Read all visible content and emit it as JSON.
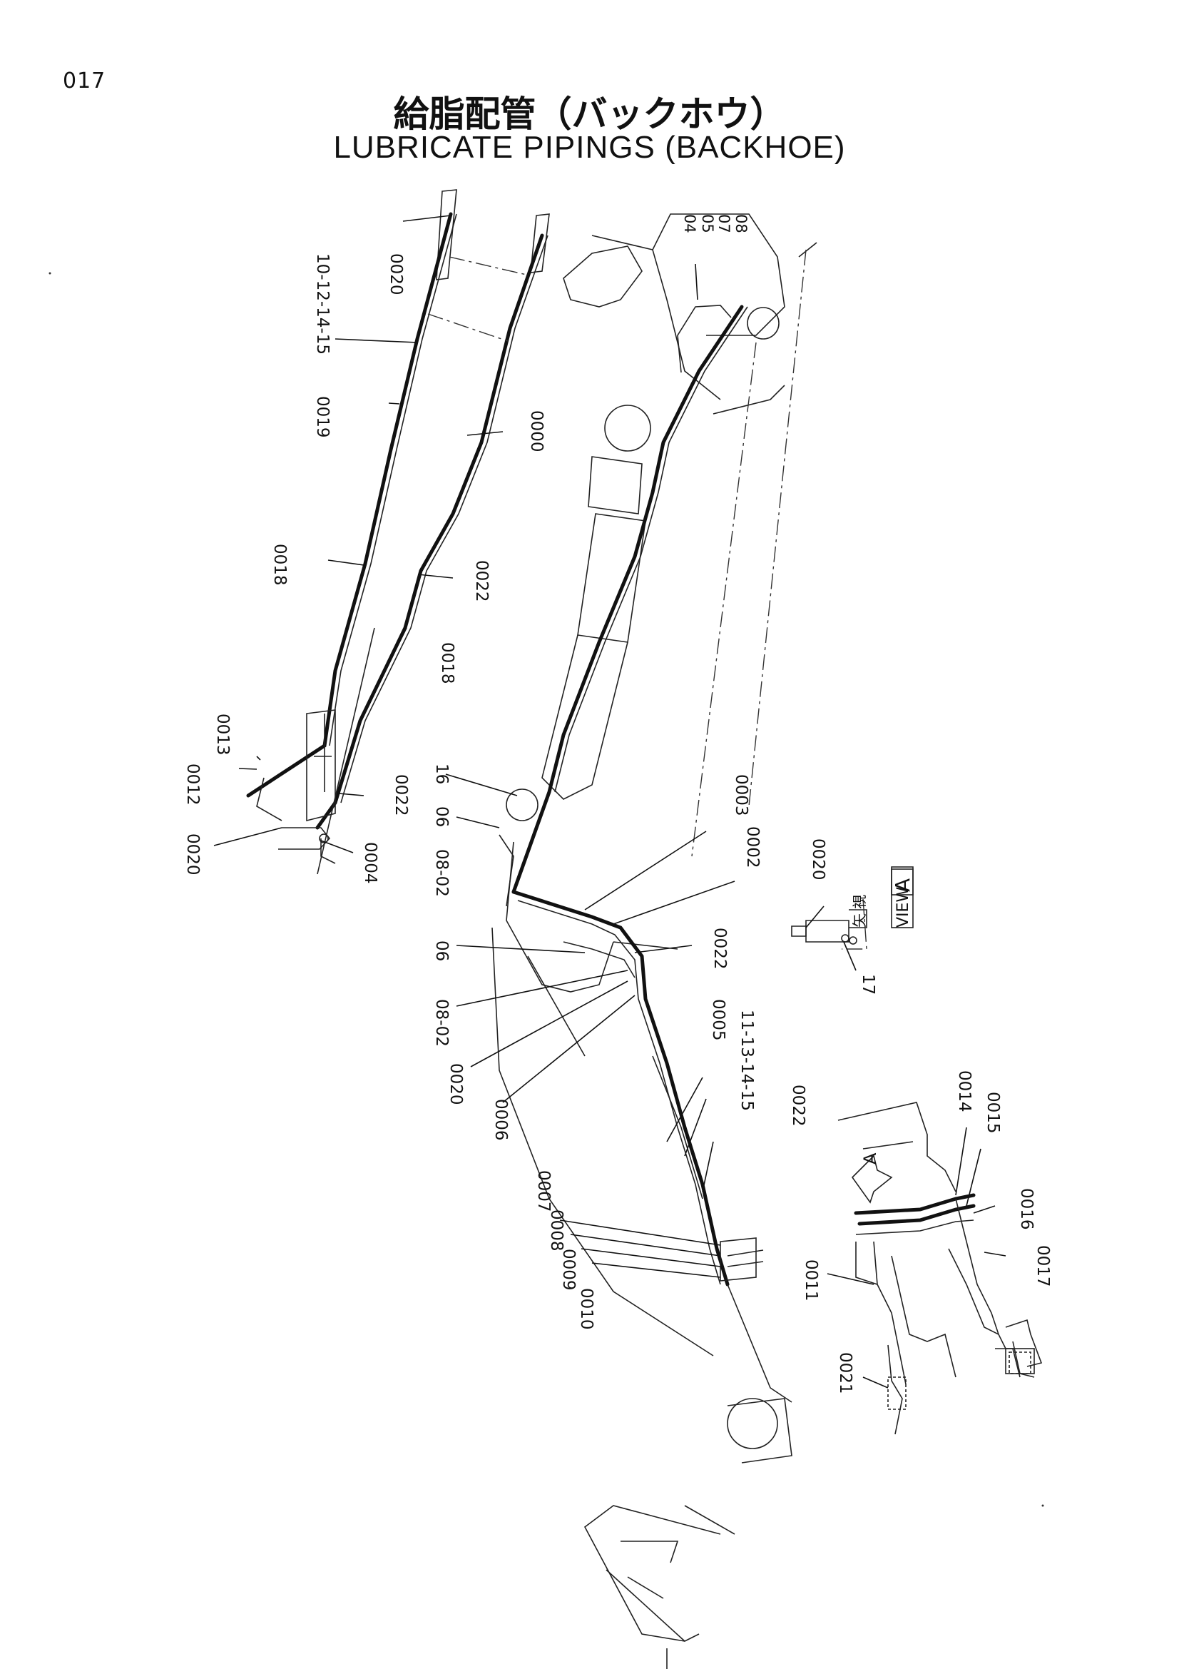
{
  "page_number": "017",
  "title_jp": "給脂配管（バックホウ）",
  "title_en": "LUBRICATE PIPINGS (BACKHOE)",
  "view_label": {
    "kanji": "矢 視",
    "text": "VIEW",
    "letter": "A"
  },
  "arrow_letter": "A",
  "callouts": {
    "c_0020_top": "0020",
    "c_10_12_14_15": "10-12-14-15",
    "c_0019": "0019",
    "c_0000": "0000",
    "c_0018_a": "0018",
    "c_0022_a": "0022",
    "c_0018_b": "0018",
    "c_0013": "0013",
    "c_0012": "0012",
    "c_0022_b": "0022",
    "c_0020_left": "0020",
    "c_0004": "0004",
    "c_04_08": "04\n05\n07\n08",
    "c_16": "16",
    "c_06_a": "06",
    "c_08_02_a": "08-02",
    "c_0003": "0003",
    "c_0002": "0002",
    "c_06_b": "06",
    "c_0022_c": "0022",
    "c_08_02_b": "08-02",
    "c_0020_mid": "0020",
    "c_0006": "0006",
    "c_0005": "0005",
    "c_11_13_14_15": "11-13-14-15",
    "c_0022_d": "0022",
    "c_0007": "0007",
    "c_0008": "0008",
    "c_0009": "0009",
    "c_0010": "0010",
    "c_0020_view": "0020",
    "c_17": "17",
    "c_0014": "0014",
    "c_0015": "0015",
    "c_0016": "0016",
    "c_0017": "0017",
    "c_0011": "0011",
    "c_0021": "0021"
  }
}
